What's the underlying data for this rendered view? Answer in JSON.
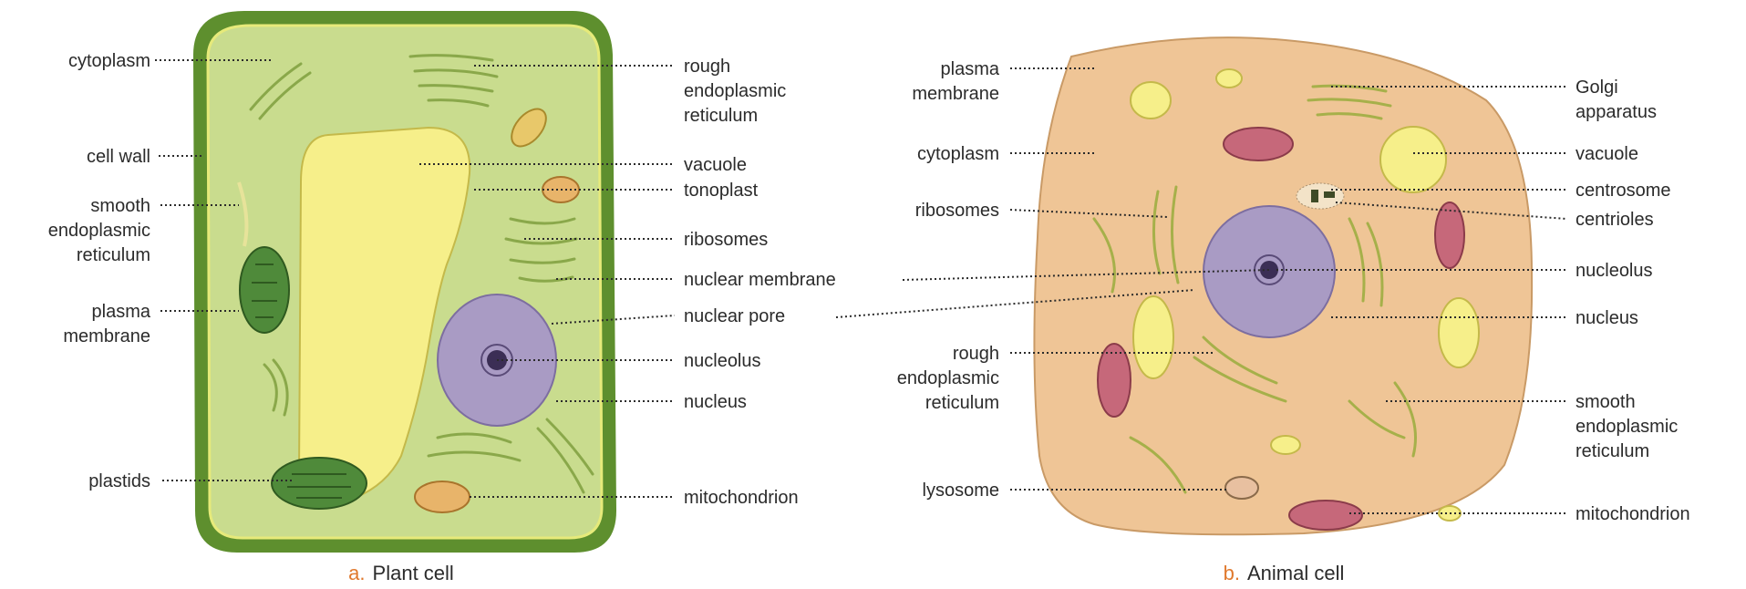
{
  "plant": {
    "caption_letter": "a.",
    "caption": "Plant cell",
    "labels": {
      "cytoplasm": "cytoplasm",
      "cell_wall": "cell wall",
      "smooth_er": [
        "smooth",
        "endoplasmic",
        "reticulum"
      ],
      "plasma_membrane": [
        "plasma",
        "membrane"
      ],
      "plastids": "plastids",
      "rough_er": [
        "rough",
        "endoplasmic",
        "reticulum"
      ],
      "vacuole": "vacuole",
      "tonoplast": "tonoplast",
      "ribosomes": "ribosomes",
      "nuclear_membrane": "nuclear membrane",
      "nuclear_pore": "nuclear pore",
      "nucleolus": "nucleolus",
      "nucleus": "nucleus",
      "mitochondrion": "mitochondrion"
    }
  },
  "animal": {
    "caption_letter": "b.",
    "caption": "Animal cell",
    "labels": {
      "plasma_membrane": [
        "plasma",
        "membrane"
      ],
      "cytoplasm": "cytoplasm",
      "ribosomes": "ribosomes",
      "rough_er": [
        "rough",
        "endoplasmic",
        "reticulum"
      ],
      "lysosome": "lysosome",
      "golgi": [
        "Golgi",
        "apparatus"
      ],
      "vacuole": "vacuole",
      "centrosome": "centrosome",
      "centrioles": "centrioles",
      "nucleolus": "nucleolus",
      "nucleus": "nucleus",
      "smooth_er": [
        "smooth",
        "endoplasmic",
        "reticulum"
      ],
      "mitochondrion": "mitochondrion"
    }
  },
  "colors": {
    "plant_wall": "#5e8f2e",
    "plant_cytoplasm": "#c9dc8e",
    "vacuole": "#f6ef8a",
    "nucleus": "#a99bc4",
    "plastid": "#4f8a3a",
    "mitochondrion_plant": "#e8b46a",
    "animal_cytoplasm": "#efc596",
    "mitochondrion_animal": "#c6687a",
    "caption_letter": "#e0792d"
  }
}
